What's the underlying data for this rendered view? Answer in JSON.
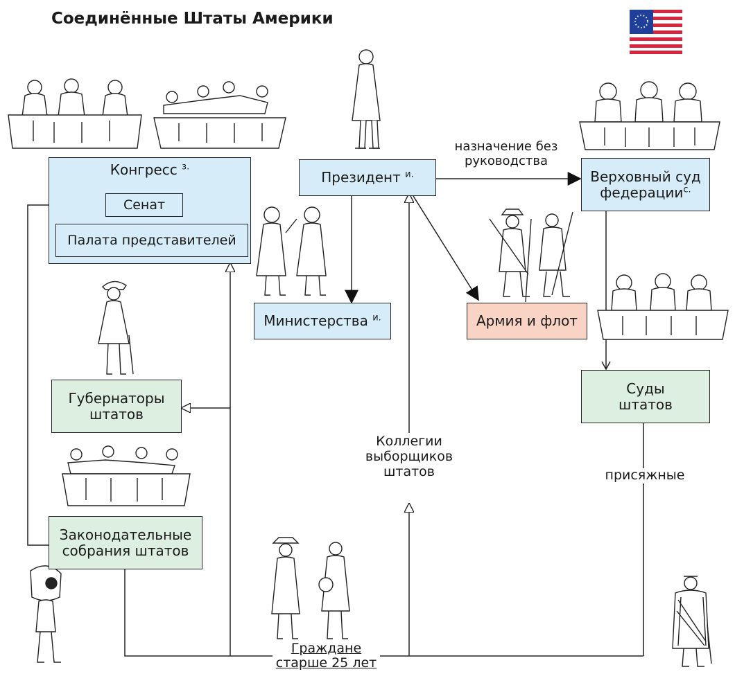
{
  "title": "Соединённые Штаты Америки",
  "flag": {
    "stripes_red": "#d7263d",
    "canton": "#1f3f9a",
    "stars": "#ffffff"
  },
  "colors": {
    "executive": "#d6ecf8",
    "states": "#dcefe0",
    "army": "#f9d4c4",
    "line": "#222222"
  },
  "boxes": {
    "congress": {
      "label": "Конгресс",
      "sup": "з."
    },
    "senate": {
      "label": "Сенат"
    },
    "house": {
      "label": "Палата представителей"
    },
    "president": {
      "label": "Президент",
      "sup": "и."
    },
    "ministries": {
      "label": "Министерства",
      "sup": "и."
    },
    "army": {
      "label": "Армия и флот"
    },
    "supreme_court": {
      "label": "Верховный суд\nфедерации",
      "sup": "с."
    },
    "state_courts": {
      "label": "Суды\nштатов"
    },
    "governors": {
      "label": "Губернаторы\nштатов"
    },
    "legislatures": {
      "label": "Законодательные\nсобрания штатов"
    }
  },
  "annotations": {
    "appointment": "назначение без\nруководства",
    "electors": "Коллегии\nвыборщиков\nштатов",
    "jurors": "присяжные",
    "citizens": "Граждане\nстарше 25 лет"
  },
  "illustrations": [
    "congress-seated-figures",
    "president-figure",
    "ministers-figures",
    "soldiers-figures",
    "supreme-court-judges",
    "state-judges",
    "governor-figure",
    "legislature-figures",
    "citizens-figures",
    "slave-figure",
    "native-american-figure"
  ]
}
